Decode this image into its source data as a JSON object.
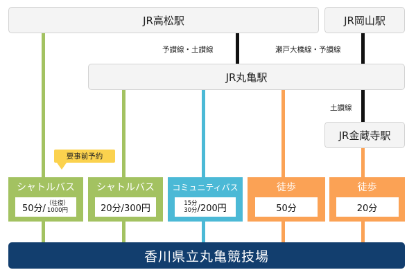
{
  "stations": {
    "takamatsu": "JR高松駅",
    "okayama": "JR岡山駅",
    "marugame": "JR丸亀駅",
    "konzoji": "JR金蔵寺駅"
  },
  "lines": {
    "yosan_dosan": "予讃線・土讃線",
    "seto_yosan": "瀬戸大橋線・予讃線",
    "dosan": "土讃線"
  },
  "modes": [
    {
      "title": "シャトルバス",
      "time": "50分/",
      "fare_top": "（往復）",
      "fare_bottom": "1000円",
      "note": "要事前予約"
    },
    {
      "title": "シャトルバス",
      "info": "20分/300円"
    },
    {
      "title": "コミュニティバス",
      "time_top": "15分",
      "time_bottom": "30分",
      "fare": "/200円"
    },
    {
      "title": "徒歩",
      "info": "50分"
    },
    {
      "title": "徒歩",
      "info": "20分"
    }
  ],
  "destination": "香川県立丸亀競技場",
  "colors": {
    "shuttle": "#a3c261",
    "community": "#4bb9d6",
    "walk": "#fba255",
    "rail": "#111111",
    "destination": "#123e6e",
    "badge": "#fbd24e"
  }
}
